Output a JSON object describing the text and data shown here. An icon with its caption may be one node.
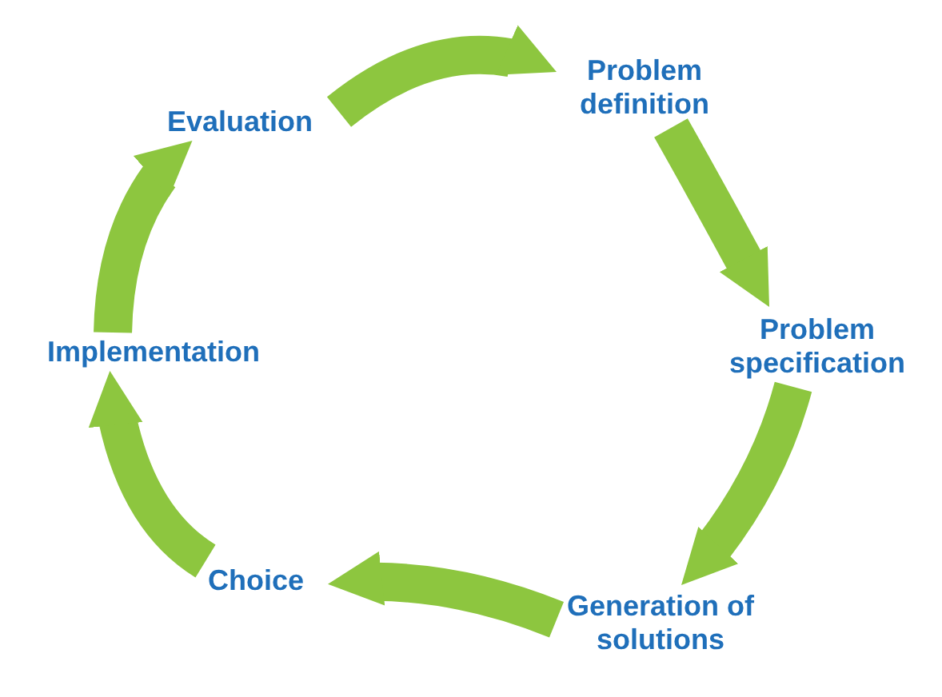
{
  "diagram": {
    "nodes": [
      {
        "text": [
          "Problem definition"
        ]
      },
      {
        "text": [
          "Problem specification"
        ]
      },
      {
        "text": [
          "Generation of solutions"
        ]
      },
      {
        "text": [
          "Choice"
        ]
      },
      {
        "text": [
          "Implementation"
        ]
      },
      {
        "text": [
          "Evaluation"
        ]
      }
    ],
    "edges": [
      {
        "from": 0,
        "to": 1,
        "arrow": "to"
      },
      {
        "from": 1,
        "to": 2,
        "arrow": "to"
      },
      {
        "from": 2,
        "to": 3,
        "arrow": "to"
      },
      {
        "from": 3,
        "to": 4,
        "arrow": "to"
      },
      {
        "from": 4,
        "to": 5,
        "arrow": "to"
      },
      {
        "from": 5,
        "to": 0,
        "arrow": "to"
      }
    ]
  }
}
